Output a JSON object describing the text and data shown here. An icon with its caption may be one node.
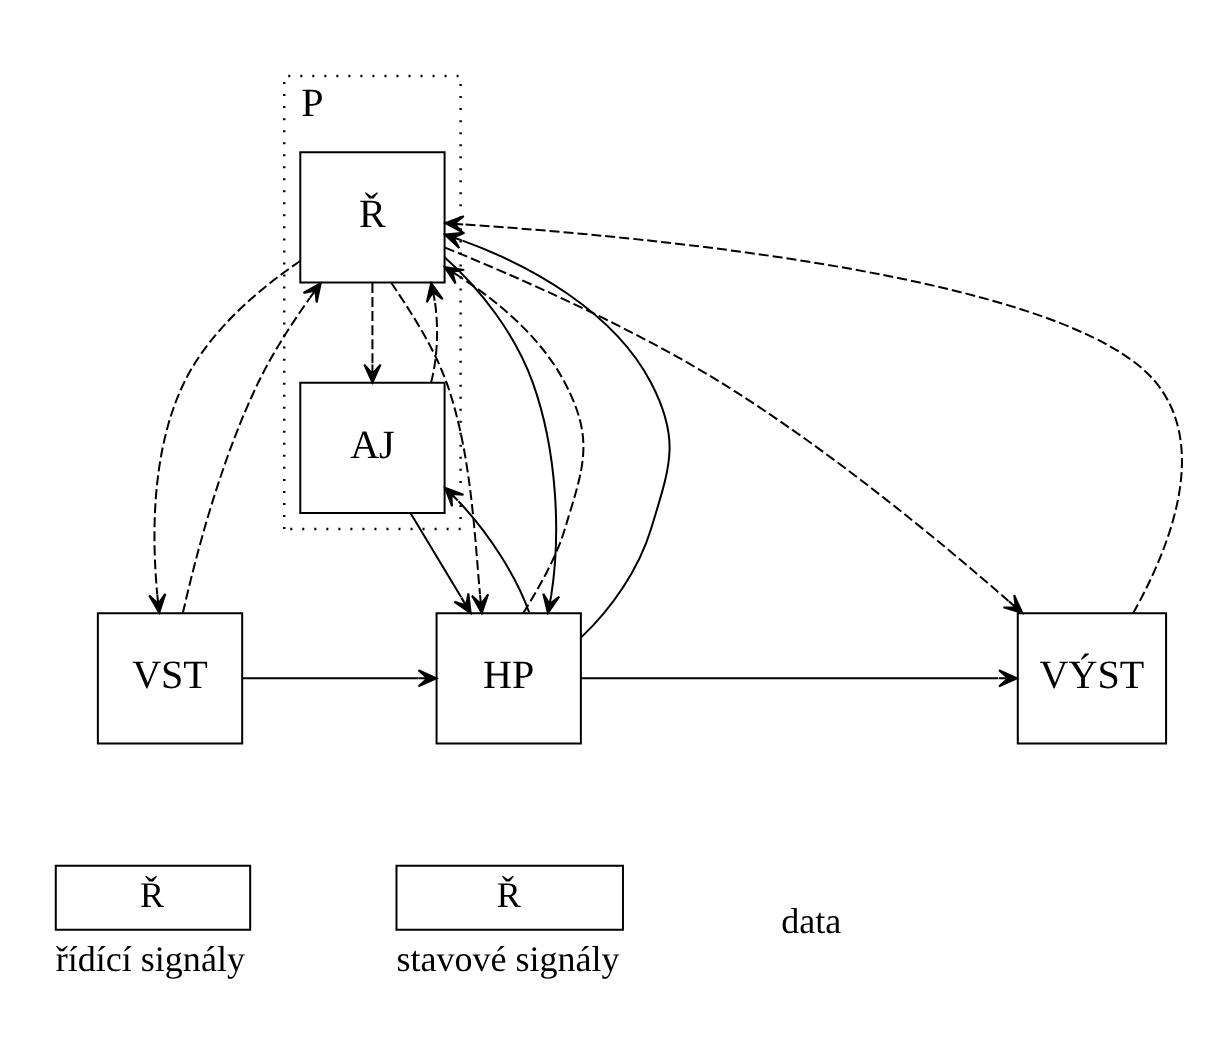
{
  "diagram": {
    "nodes": [
      {
        "text": [
          "P"
        ]
      },
      {
        "text": [
          "Ř"
        ],
        "in": 0
      },
      {
        "text": [
          "AJ"
        ],
        "in": 0
      },
      {
        "text": [
          "VST"
        ]
      },
      {
        "text": [
          "HP"
        ]
      },
      {
        "text": [
          "VÝST"
        ]
      }
    ],
    "edges": [
      {
        "from": 3,
        "to": 1,
        "arrow": "to",
        "style": "dashed"
      },
      {
        "from": 1,
        "to": 3,
        "arrow": "to",
        "style": "dashed"
      },
      {
        "from": 1,
        "to": 4,
        "arrow": "to",
        "style": "dashed"
      },
      {
        "from": 1,
        "to": 2,
        "arrow": "to",
        "style": "dashed"
      },
      {
        "from": 2,
        "to": 1,
        "arrow": "to",
        "style": "dashed"
      },
      {
        "from": 5,
        "to": 1,
        "arrow": "to",
        "style": "dashed"
      },
      {
        "from": 1,
        "to": 5,
        "arrow": "to",
        "style": "dashed"
      },
      {
        "from": 4,
        "to": 1,
        "arrow": "to",
        "style": "dashed"
      },
      {
        "from": 1,
        "to": 4,
        "arrow": "to"
      },
      {
        "from": 4,
        "to": 1,
        "arrow": "to"
      },
      {
        "from": 2,
        "to": 4,
        "arrow": "to"
      },
      {
        "from": 4,
        "to": 2,
        "arrow": "to"
      },
      {
        "from": 3,
        "to": 4,
        "arrow": "to"
      },
      {
        "from": 4,
        "to": 5,
        "arrow": "to"
      }
    ],
    "labels": [
      "Ř",
      "Ř"
    ],
    "legend": [
      {
        "text": "řídící signály"
      },
      {
        "text": "stavové signály"
      },
      {
        "text": "data"
      }
    ]
  }
}
